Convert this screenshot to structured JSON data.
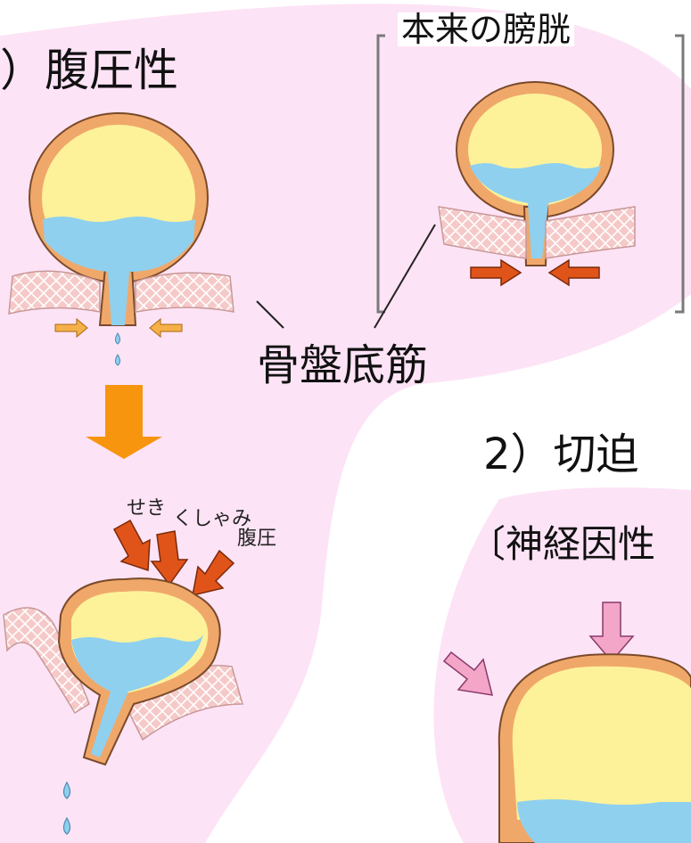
{
  "section1": {
    "title": "）腹圧性"
  },
  "inset": {
    "title": "本来の膀胱"
  },
  "pelvic_floor_label": "骨盤底筋",
  "force_labels": {
    "cough": "せき",
    "sneeze": "くしゃみ",
    "abdominal": "腹圧"
  },
  "section2": {
    "title": "2）切迫",
    "subtitle": "〔神経因性"
  },
  "colors": {
    "background_blob": "#fde3f6",
    "bladder_wall": "#f0a86a",
    "bladder_air": "#fdf29a",
    "urine": "#8fd0ef",
    "muscle": "#f6c9c9",
    "arrow_dark": "#e0541a",
    "arrow_orange": "#f7950e",
    "arrow_pink": "#f4a6c9",
    "arrow_small": "#f5b049",
    "bracket": "#7a7a7a"
  }
}
